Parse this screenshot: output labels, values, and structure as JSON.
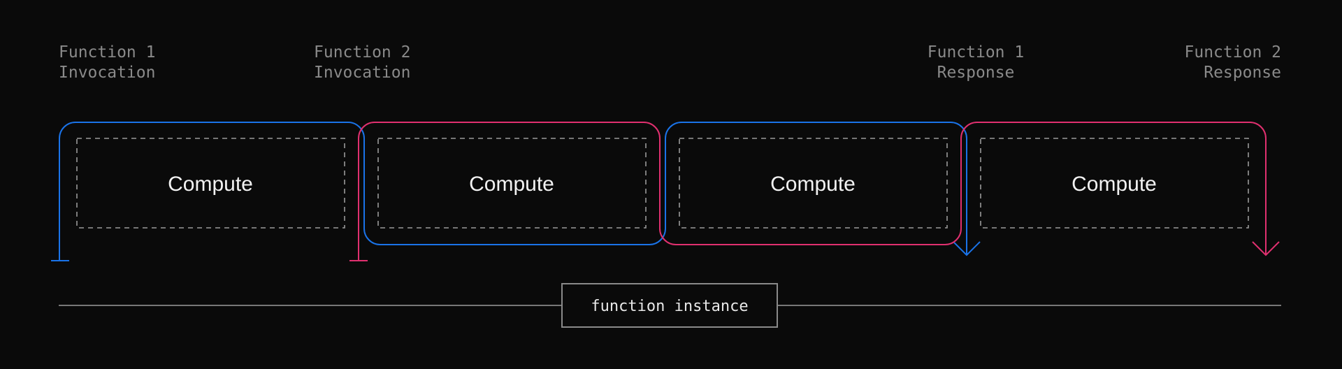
{
  "colors": {
    "background": "#0a0a0a",
    "function_1": "#1a73e8",
    "function_2": "#e0306f",
    "label_text": "#8a8a8a",
    "timeline": "#777777"
  },
  "events": [
    {
      "line1": "Function 1",
      "line2": "Invocation"
    },
    {
      "line1": "Function 2",
      "line2": "Invocation"
    },
    {
      "line1": "Function 1",
      "line2": "Response"
    },
    {
      "line1": "Function 2",
      "line2": "Response"
    }
  ],
  "compute_blocks": [
    {
      "label": "Compute"
    },
    {
      "label": "Compute"
    },
    {
      "label": "Compute"
    },
    {
      "label": "Compute"
    }
  ],
  "timeline": {
    "label": "function instance"
  }
}
